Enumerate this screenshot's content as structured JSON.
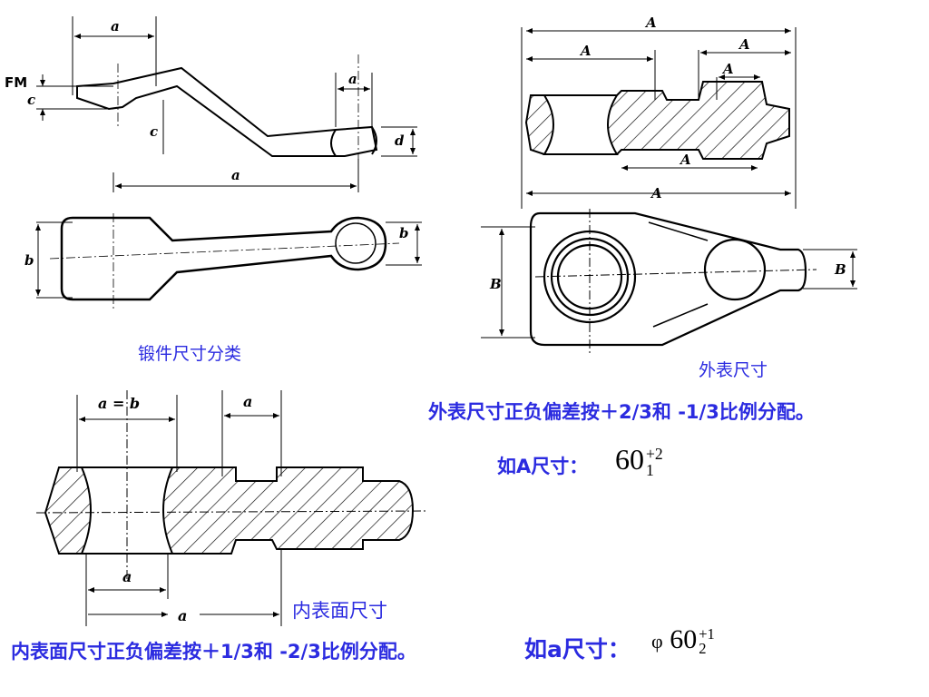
{
  "labels": {
    "forging_dim_class": "锻件尺寸分类",
    "outer_dim": "外表尺寸",
    "outer_rule": "外表尺寸正负偏差按＋2/3和 -1/3比例分配。",
    "outer_example_prefix": "如A尺寸：",
    "outer_example_base": "60",
    "outer_example_upper": "+2",
    "outer_example_lower": "1",
    "inner_dim": "内表面尺寸",
    "inner_rule": "内表面尺寸正负偏差按＋1/3和 -2/3比例分配。",
    "inner_example_prefix": "如a尺寸：",
    "inner_example_phi": "φ",
    "inner_example_base": "60",
    "inner_example_upper": "+1",
    "inner_example_lower": "2"
  },
  "drawing_labels": {
    "a": "a",
    "A": "A",
    "B": "B",
    "b": "b",
    "c": "c",
    "d": "d",
    "FM": "FM",
    "a_eq_b": "a = b"
  }
}
